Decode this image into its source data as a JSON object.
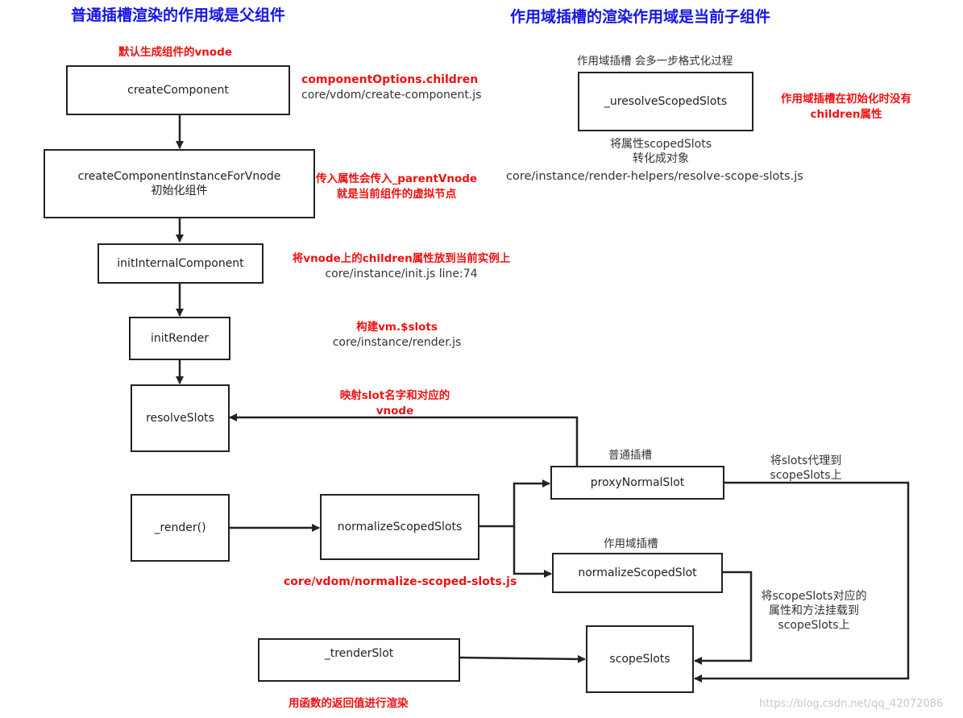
{
  "titles": {
    "left": "普通插槽渲染的作用域是父组件",
    "right": "作用域插槽的渲染作用域是当前子组件"
  },
  "left": {
    "default_vnode_note": "默认生成组件的vnode",
    "create_component": "createComponent",
    "component_options_children": "componentOptions.children",
    "create_component_path": "core/vdom/create-component.js",
    "instance_for_vnode": "createComponentInstanceForVnode",
    "instance_for_vnode_sub": "初始化组件",
    "parent_vnode_note_1": "传入属性会传入_parentVnode",
    "parent_vnode_note_2": "就是当前组件的虚拟节点",
    "init_internal": "initInternalComponent",
    "init_internal_note": "将vnode上的children属性放到当前实例上",
    "init_internal_path": "core/instance/init.js line:74",
    "init_render": "initRender",
    "init_render_note": "构建vm.$slots",
    "init_render_path": "core/instance/render.js",
    "resolve_slots": "resolveSlots",
    "map_note_1": "映射slot名字和对应的",
    "map_note_2": "vnode"
  },
  "right": {
    "format_note": "作用域插槽 会多一步格式化过程",
    "uresolve": "_uresolveScopedSlots",
    "no_children_1": "作用域插槽在初始化时没有",
    "no_children_2": "children属性",
    "to_object_1": "将属性scopedSlots",
    "to_object_2": "转化成对象",
    "resolve_path": "core/instance/render-helpers/resolve-scope-slots.js"
  },
  "bottom": {
    "render": "_render()",
    "normalize_scoped_slots": "normalizeScopedSlots",
    "normalize_path": "core/vdom/normalize-scoped-slots.js",
    "normal_slot_label": "普通插槽",
    "proxy_normal_slot": "proxyNormalSlot",
    "proxy_note_1": "将slots代理到",
    "proxy_note_2": "scopeSlots上",
    "scoped_slot_label": "作用域插槽",
    "normalize_scoped_slot": "normalizeScopedSlot",
    "mount_note_1": "将scopeSlots对应的",
    "mount_note_2": "属性和方法挂载到",
    "mount_note_3": "scopeSlots上",
    "trender_slot": "_trenderSlot",
    "scope_slots": "scopeSlots",
    "render_return_note": "用函数的返回值进行渲染"
  },
  "watermark": "https://blog.csdn.net/qq_42072086",
  "colors": {
    "title_blue": "#1515e6",
    "note_red": "#ee1111",
    "line": "#222222"
  }
}
